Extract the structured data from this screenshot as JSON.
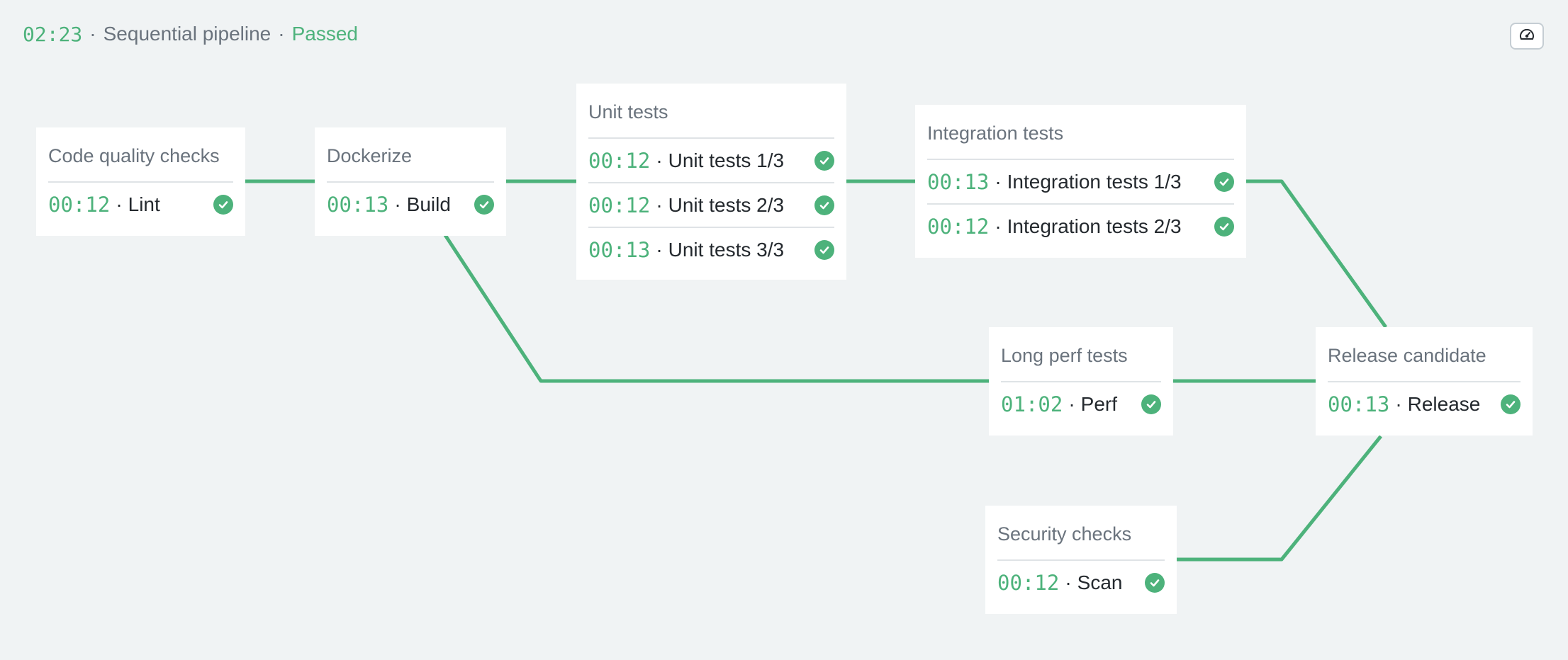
{
  "header": {
    "duration": "02:23",
    "pipeline_name": "Sequential pipeline",
    "status": "Passed"
  },
  "toolbar": {
    "corner_icon": "gauge-icon"
  },
  "colors": {
    "success": "#4db27b",
    "background": "#f0f3f4",
    "muted_text": "#6a737d"
  },
  "stages": {
    "code_quality": {
      "title": "Code quality checks",
      "jobs": [
        {
          "time": "00:12",
          "name": "Lint",
          "status": "passed"
        }
      ]
    },
    "dockerize": {
      "title": "Dockerize",
      "jobs": [
        {
          "time": "00:13",
          "name": "Build",
          "status": "passed"
        }
      ]
    },
    "unit_tests": {
      "title": "Unit tests",
      "jobs": [
        {
          "time": "00:12",
          "name": "Unit tests 1/3",
          "status": "passed"
        },
        {
          "time": "00:12",
          "name": "Unit tests 2/3",
          "status": "passed"
        },
        {
          "time": "00:13",
          "name": "Unit tests 3/3",
          "status": "passed"
        }
      ]
    },
    "integration_tests": {
      "title": "Integration tests",
      "jobs": [
        {
          "time": "00:13",
          "name": "Integration tests 1/3",
          "status": "passed"
        },
        {
          "time": "00:12",
          "name": "Integration tests 2/3",
          "status": "passed"
        }
      ]
    },
    "long_perf": {
      "title": "Long perf tests",
      "jobs": [
        {
          "time": "01:02",
          "name": "Perf",
          "status": "passed"
        }
      ]
    },
    "release_candidate": {
      "title": "Release candidate",
      "jobs": [
        {
          "time": "00:13",
          "name": "Release",
          "status": "passed"
        }
      ]
    },
    "security": {
      "title": "Security checks",
      "jobs": [
        {
          "time": "00:12",
          "name": "Scan",
          "status": "passed"
        }
      ]
    }
  }
}
